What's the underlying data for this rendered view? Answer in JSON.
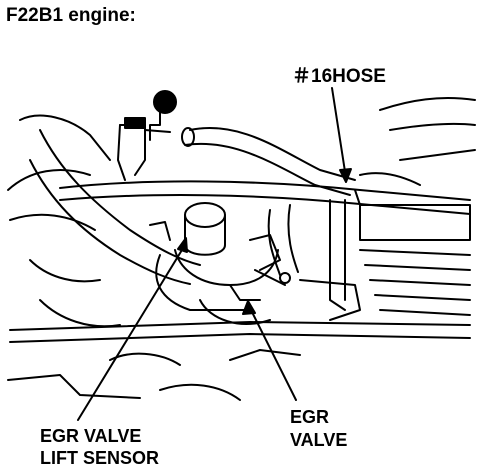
{
  "title": "F22B1 engine:",
  "callouts": {
    "hose": "＃16HOSE",
    "lift_sensor_line1": "EGR VALVE",
    "lift_sensor_line2": "LIFT SENSOR",
    "egr_valve_line1": "EGR",
    "egr_valve_line2": "VALVE"
  },
  "colors": {
    "ink": "#000000",
    "paper": "#ffffff"
  }
}
